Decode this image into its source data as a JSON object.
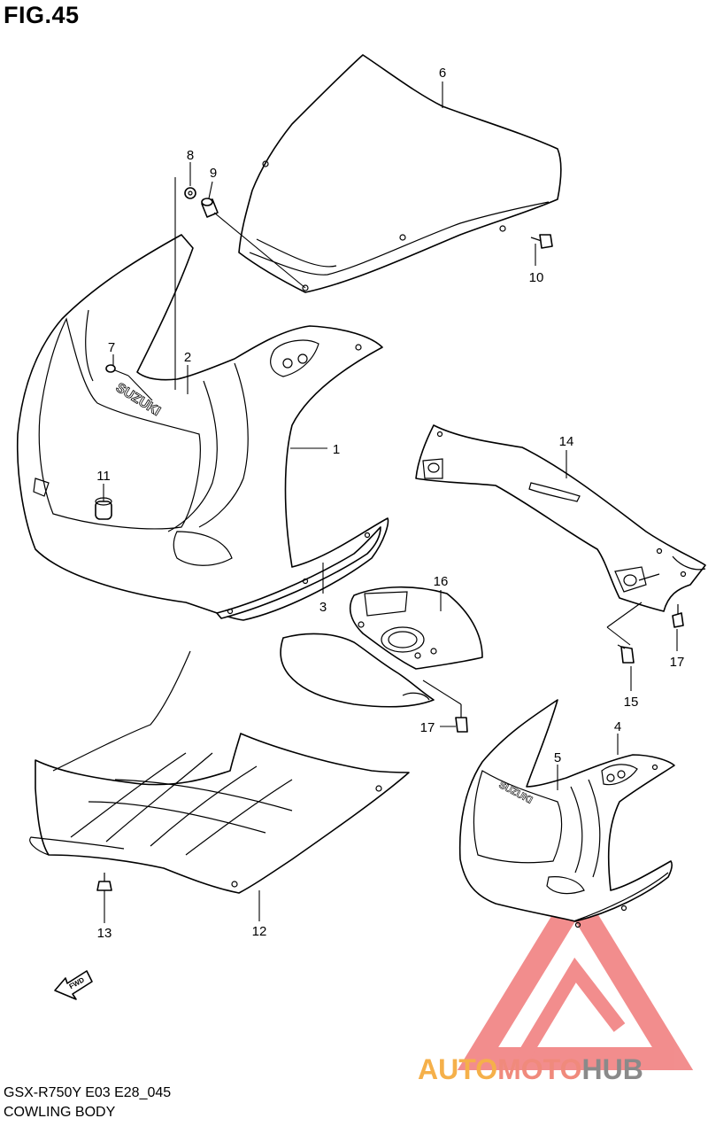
{
  "figure": {
    "title": "FIG.45",
    "model_code": "GSX-R750Y E03 E28_045",
    "section_name": "COWLING BODY"
  },
  "parts": [
    {
      "num": "1"
    },
    {
      "num": "2"
    },
    {
      "num": "3"
    },
    {
      "num": "4"
    },
    {
      "num": "5"
    },
    {
      "num": "6"
    },
    {
      "num": "7"
    },
    {
      "num": "8"
    },
    {
      "num": "9"
    },
    {
      "num": "10"
    },
    {
      "num": "11"
    },
    {
      "num": "12"
    },
    {
      "num": "13"
    },
    {
      "num": "14"
    },
    {
      "num": "15"
    },
    {
      "num": "16"
    },
    {
      "num": "17"
    },
    {
      "num": "17"
    }
  ],
  "decals": {
    "brand_upper": "SUZUKI",
    "brand_lower": "SUZUKI",
    "direction_arrow": "FWD"
  },
  "watermark": {
    "part1": "AUTO",
    "part2": "MOTO",
    "part3": "HUB",
    "colors": {
      "auto": "#f5b04a",
      "moto": "#f08a7c",
      "hub": "#888888",
      "logo": "#f07a7a"
    }
  }
}
